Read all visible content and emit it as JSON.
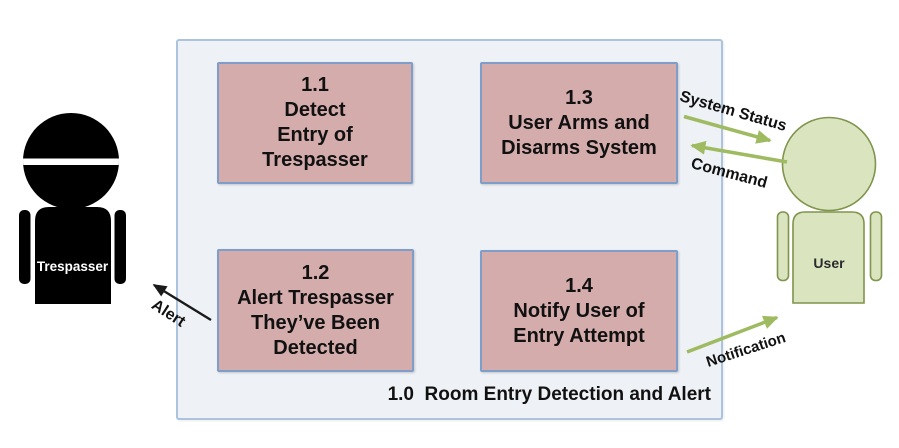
{
  "diagram": {
    "title": "1.0  Room Entry Detection and Alert"
  },
  "processes": [
    {
      "id": "1.1",
      "name": "Detect Entry of Trespasser",
      "text": "1.1\nDetect\nEntry of\nTrespasser"
    },
    {
      "id": "1.3",
      "name": "User Arms and Disarms System",
      "text": "1.3\nUser Arms and\nDisarms System"
    },
    {
      "id": "1.2",
      "name": "Alert Trespasser They’ve Been Detected",
      "text": "1.2\nAlert Trespasser\nThey’ve Been\nDetected"
    },
    {
      "id": "1.4",
      "name": "Notify User of Entry Attempt",
      "text": "1.4\nNotify User of\nEntry Attempt"
    }
  ],
  "entities": {
    "trespasser": {
      "label": "Trespasser"
    },
    "user": {
      "label": "User"
    }
  },
  "flows": [
    {
      "label": "System Status",
      "from": "1.3",
      "to": "User",
      "color": "#9fbb61"
    },
    {
      "label": "Command",
      "from": "User",
      "to": "1.3",
      "color": "#9fbb61"
    },
    {
      "label": "Alert",
      "from": "1.2",
      "to": "Trespasser",
      "color": "#1a1a1a"
    },
    {
      "label": "Notification",
      "from": "1.4",
      "to": "User",
      "color": "#9fbb61"
    }
  ],
  "colors": {
    "process_fill": "#d5acac",
    "process_border": "#7e9dc8",
    "boundary_fill": "#eef1f5",
    "boundary_border": "#abc3dc",
    "flow_green": "#9fbb61",
    "flow_black": "#1a1a1a",
    "user_fill": "#dae5c0",
    "user_stroke": "#7f944c",
    "trespasser_fill": "#000000"
  }
}
